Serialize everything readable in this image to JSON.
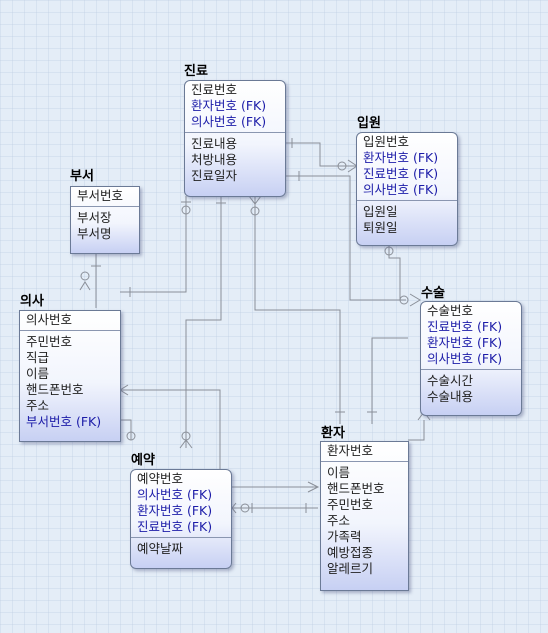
{
  "entities": {
    "jinryo": {
      "title": "진료",
      "keys": [
        {
          "text": "진료번호",
          "fk": false
        },
        {
          "text": "환자번호 (FK)",
          "fk": true
        },
        {
          "text": "의사번호 (FK)",
          "fk": true
        }
      ],
      "attrs": [
        {
          "text": "진료내용",
          "fk": false
        },
        {
          "text": "처방내용",
          "fk": false
        },
        {
          "text": "진료일자",
          "fk": false
        }
      ]
    },
    "ipwon": {
      "title": "입원",
      "keys": [
        {
          "text": "입원번호",
          "fk": false
        },
        {
          "text": "환자번호 (FK)",
          "fk": true
        },
        {
          "text": "진료번호 (FK)",
          "fk": true
        },
        {
          "text": "의사번호 (FK)",
          "fk": true
        }
      ],
      "attrs": [
        {
          "text": "입원일",
          "fk": false
        },
        {
          "text": "퇴원일",
          "fk": false
        }
      ]
    },
    "buseo": {
      "title": "부서",
      "keys": [
        {
          "text": "부서번호",
          "fk": false
        }
      ],
      "attrs": [
        {
          "text": "부서장",
          "fk": false
        },
        {
          "text": "부서명",
          "fk": false
        }
      ]
    },
    "uisa": {
      "title": "의사",
      "keys": [
        {
          "text": "의사번호",
          "fk": false
        }
      ],
      "attrs": [
        {
          "text": "주민번호",
          "fk": false
        },
        {
          "text": "직급",
          "fk": false
        },
        {
          "text": "이름",
          "fk": false
        },
        {
          "text": "핸드폰번호",
          "fk": false
        },
        {
          "text": "주소",
          "fk": false
        },
        {
          "text": "부서번호 (FK)",
          "fk": true
        }
      ]
    },
    "susul": {
      "title": "수술",
      "keys": [
        {
          "text": "수술번호",
          "fk": false
        },
        {
          "text": "진료번호 (FK)",
          "fk": true
        },
        {
          "text": "환자번호 (FK)",
          "fk": true
        },
        {
          "text": "의사번호 (FK)",
          "fk": true
        }
      ],
      "attrs": [
        {
          "text": "수술시간",
          "fk": false
        },
        {
          "text": "수술내용",
          "fk": false
        }
      ]
    },
    "yeyak": {
      "title": "예약",
      "keys": [
        {
          "text": "예약번호",
          "fk": false
        },
        {
          "text": "의사번호 (FK)",
          "fk": true
        },
        {
          "text": "환자번호 (FK)",
          "fk": true
        },
        {
          "text": "진료번호 (FK)",
          "fk": true
        }
      ],
      "attrs": [
        {
          "text": "예약날짜",
          "fk": false
        }
      ]
    },
    "hwanja": {
      "title": "환자",
      "keys": [
        {
          "text": "환자번호",
          "fk": false
        }
      ],
      "attrs": [
        {
          "text": "이름",
          "fk": false
        },
        {
          "text": "핸드폰번호",
          "fk": false
        },
        {
          "text": "주민번호",
          "fk": false
        },
        {
          "text": "주소",
          "fk": false
        },
        {
          "text": "가족력",
          "fk": false
        },
        {
          "text": "예방접종",
          "fk": false
        },
        {
          "text": "알레르기",
          "fk": false
        }
      ]
    }
  },
  "colors": {
    "fk_text": "#1c1ca8",
    "line": "#8a8f98",
    "entity_border": "#6b7a96"
  }
}
